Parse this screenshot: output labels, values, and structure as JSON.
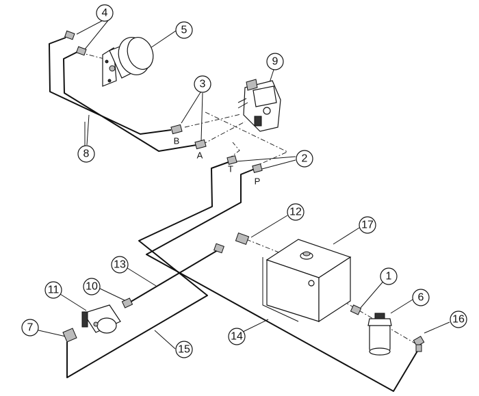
{
  "callouts": [
    {
      "label": "1"
    },
    {
      "label": "2"
    },
    {
      "label": "3"
    },
    {
      "label": "4"
    },
    {
      "label": "5"
    },
    {
      "label": "6"
    },
    {
      "label": "7"
    },
    {
      "label": "8"
    },
    {
      "label": "9"
    },
    {
      "label": "10"
    },
    {
      "label": "11"
    },
    {
      "label": "12"
    },
    {
      "label": "13"
    },
    {
      "label": "14"
    },
    {
      "label": "15"
    },
    {
      "label": "16"
    },
    {
      "label": "17"
    }
  ],
  "ports": {
    "a": "A",
    "b": "B",
    "t": "T",
    "p": "P"
  }
}
